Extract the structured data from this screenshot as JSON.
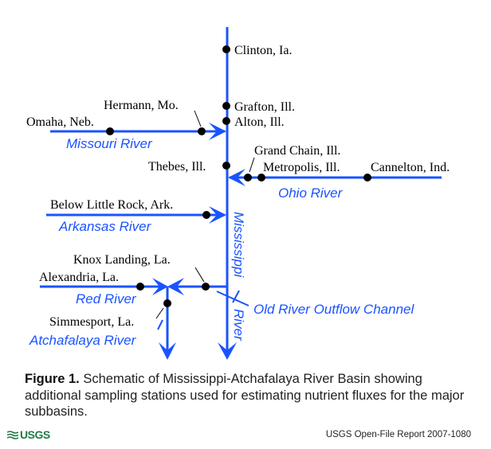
{
  "colors": {
    "river": "#1a53ff",
    "station": "#000000",
    "logo": "#1f7a46"
  },
  "rivers": {
    "mississippi": {
      "label": "Mississippi",
      "label2": "River"
    },
    "missouri": {
      "label": "Missouri River"
    },
    "ohio": {
      "label": "Ohio River"
    },
    "arkansas": {
      "label": "Arkansas River"
    },
    "red": {
      "label": "Red River"
    },
    "atchafalaya": {
      "label": "Atchafalaya River"
    },
    "old_river": {
      "label": "Old River Outflow Channel"
    }
  },
  "stations": {
    "clinton": "Clinton, Ia.",
    "grafton": "Grafton, Ill.",
    "alton": "Alton, Ill.",
    "hermann": "Hermann, Mo.",
    "omaha": "Omaha, Neb.",
    "thebes": "Thebes, Ill.",
    "grand_chain": "Grand Chain, Ill.",
    "metropolis": "Metropolis, Ill.",
    "cannelton": "Cannelton, Ind.",
    "little_rock": "Below Little Rock, Ark.",
    "knox": "Knox Landing, La.",
    "alexandria": "Alexandria, La.",
    "simmesport": "Simmesport, La."
  },
  "caption": {
    "label": "Figure 1.",
    "text": " Schematic of Mississippi-Atchafalaya River Basin showing additional sampling stations used for estimating nutrient fluxes for the major subbasins."
  },
  "footer": {
    "logo_text": "USGS",
    "report": "USGS Open-File Report 2007-1080"
  }
}
